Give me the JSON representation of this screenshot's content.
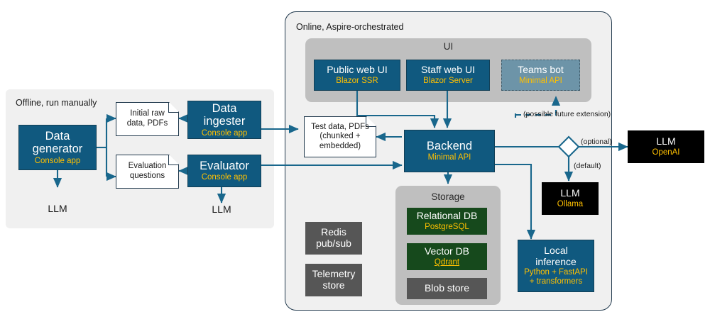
{
  "diagram": {
    "title_offline": "Offline, run manually",
    "title_online": "Online, Aspire-orchestrated",
    "ui_group_title": "UI",
    "storage_group_title": "Storage"
  },
  "offline": {
    "data_generator": {
      "line1": "Data",
      "line2": "generator",
      "sub": "Console app"
    },
    "data_ingester": {
      "line1": "Data",
      "line2": "ingester",
      "sub": "Console app"
    },
    "evaluator": {
      "line1": "Evaluator",
      "sub": "Console app"
    },
    "initial_raw": {
      "line1": "Initial raw",
      "line2": "data, PDFs"
    },
    "eval_questions": {
      "line1": "Evaluation",
      "line2": "questions"
    },
    "llm_generator": "LLM",
    "llm_evaluator": "LLM"
  },
  "online": {
    "public_web_ui": {
      "title": "Public web UI",
      "sub": "Blazor SSR"
    },
    "staff_web_ui": {
      "title": "Staff web UI",
      "sub": "Blazor Server"
    },
    "teams_bot": {
      "title": "Teams bot",
      "sub": "Minimal API"
    },
    "future_note": "(possible future extension)",
    "test_data": {
      "line1": "Test data, PDFs",
      "line2": "(chunked +",
      "line3": "embedded)"
    },
    "backend": {
      "title": "Backend",
      "sub": "Minimal API"
    },
    "redis": {
      "line1": "Redis",
      "line2": "pub/sub"
    },
    "telemetry": {
      "line1": "Telemetry",
      "line2": "store"
    },
    "relational_db": {
      "title": "Relational DB",
      "sub": "PostgreSQL"
    },
    "vector_db": {
      "title": "Vector DB",
      "sub": "Qdrant"
    },
    "blob_store": {
      "title": "Blob store"
    },
    "local_inference": {
      "line1": "Local",
      "line2": "inference",
      "sub1": "Python + FastAPI",
      "sub2": "+ transformers"
    },
    "llm_ollama": {
      "title": "LLM",
      "sub": "Ollama"
    },
    "label_optional": "(optional)",
    "label_default": "(default)"
  },
  "external": {
    "llm_openai": {
      "title": "LLM",
      "sub": "OpenAI"
    }
  },
  "colors": {
    "blue": "#10597f",
    "blue_soft": "#6d94a8",
    "green": "#16491c",
    "grey": "#565656",
    "black": "#000000",
    "accent_yellow": "#ffc000",
    "panel_grey": "#f0f0f0",
    "group_grey": "#bfbfbf",
    "wire": "#19678c",
    "outline": "#21394d"
  }
}
